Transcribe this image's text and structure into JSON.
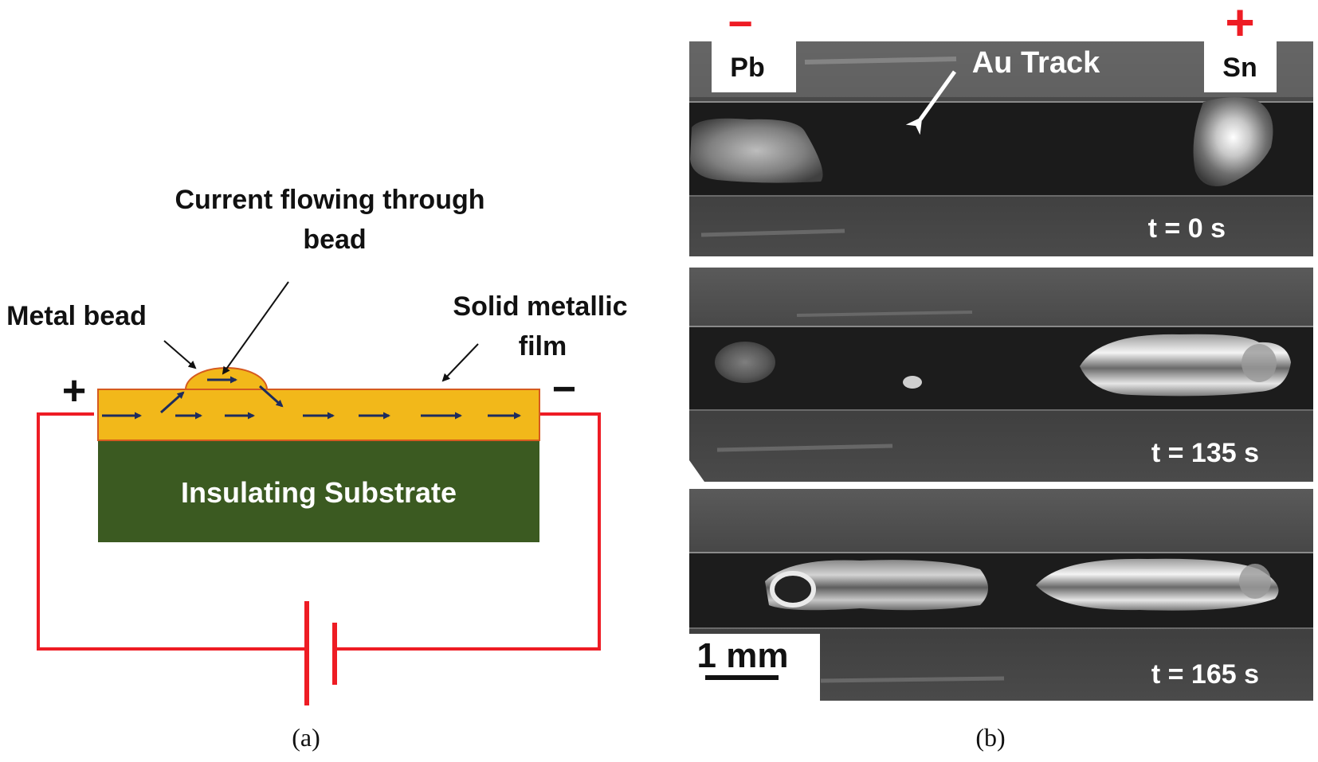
{
  "panel_a": {
    "caption": "(a)",
    "label_current": "Current flowing through",
    "label_current_2": "bead",
    "label_metal_bead": "Metal bead",
    "label_film": "Solid metallic",
    "label_film_2": "film",
    "label_substrate": "Insulating Substrate",
    "terminal_plus": "+",
    "terminal_minus": "−",
    "colors": {
      "film": "#f2b81a",
      "substrate": "#3b5a21",
      "wire": "#ee1c24",
      "arrow": "#1d2c5e"
    }
  },
  "panel_b": {
    "caption": "(b)",
    "electrode_left": "Pb",
    "electrode_right": "Sn",
    "polarity_left": "−",
    "polarity_right": "+",
    "track_label": "Au Track",
    "frames": [
      {
        "time": "t = 0 s"
      },
      {
        "time": "t = 135 s"
      },
      {
        "time": "t = 165 s"
      }
    ],
    "scale_bar": "1 mm"
  }
}
